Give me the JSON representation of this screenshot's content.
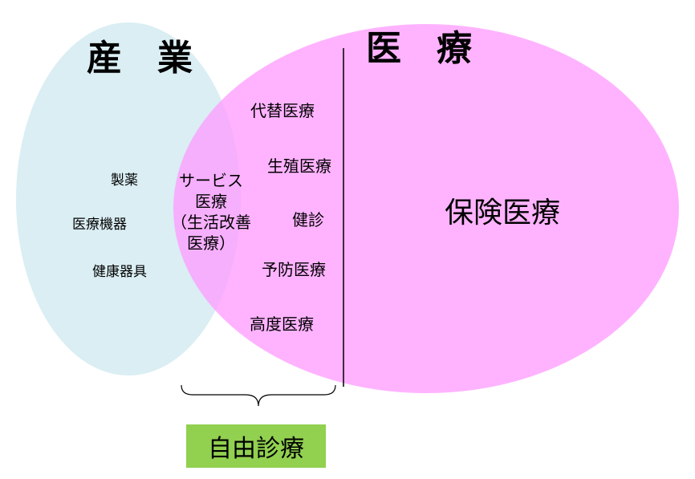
{
  "colors": {
    "industry_fill": "#daeef3",
    "medical_fill": "#ff99ff",
    "badge_fill": "#92d050",
    "line": "#000000"
  },
  "industry": {
    "title": "産　業",
    "items": [
      "製薬",
      "医療機器",
      "健康器具"
    ]
  },
  "medical": {
    "title": "医　療",
    "insurance": "保険医療"
  },
  "overlap": {
    "service_lines": [
      "サービス",
      "医療",
      "（生活改善",
      "医療）"
    ]
  },
  "divider_items": [
    "代替医療",
    "生殖医療",
    "健診",
    "予防医療",
    "高度医療"
  ],
  "free_care": {
    "label": "自由診療"
  }
}
